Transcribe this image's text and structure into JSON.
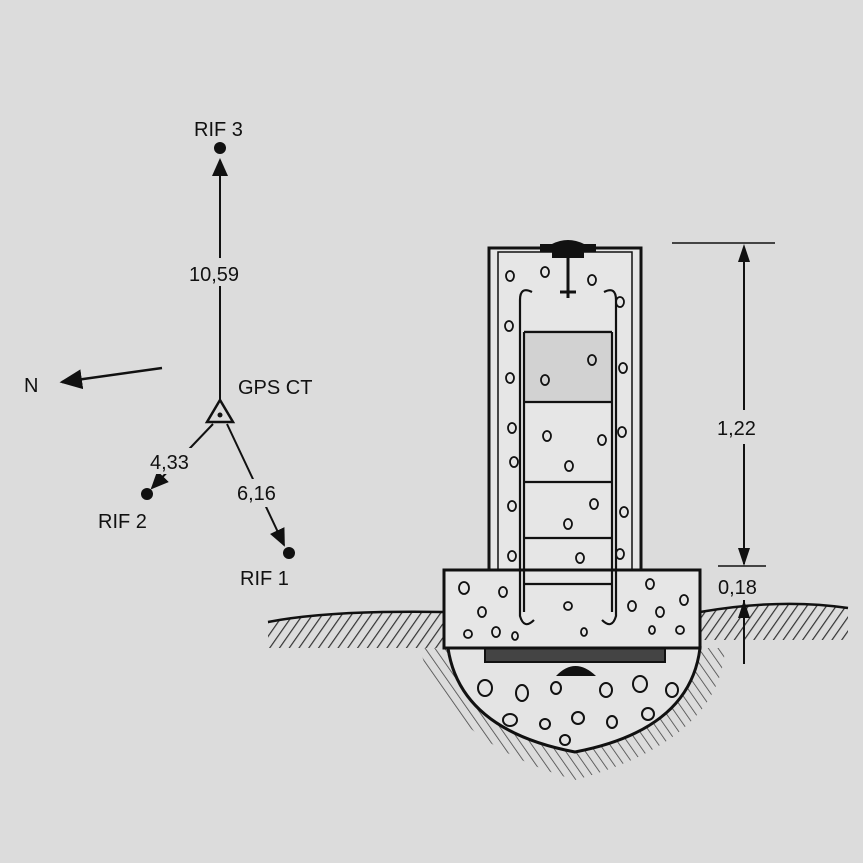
{
  "survey": {
    "north_label": "N",
    "station_label": "GPS CT",
    "references": [
      {
        "label": "RIF 3",
        "distance": "10,59"
      },
      {
        "label": "RIF 2",
        "distance": "4,33"
      },
      {
        "label": "RIF 1",
        "distance": "6,16"
      }
    ]
  },
  "pillar": {
    "height_label": "1,22",
    "base_label": "0,18"
  },
  "colors": {
    "background": "#dcdcdc",
    "ink": "#111111",
    "concrete": "#e6e6e6",
    "soil_hatch": "#333333"
  }
}
